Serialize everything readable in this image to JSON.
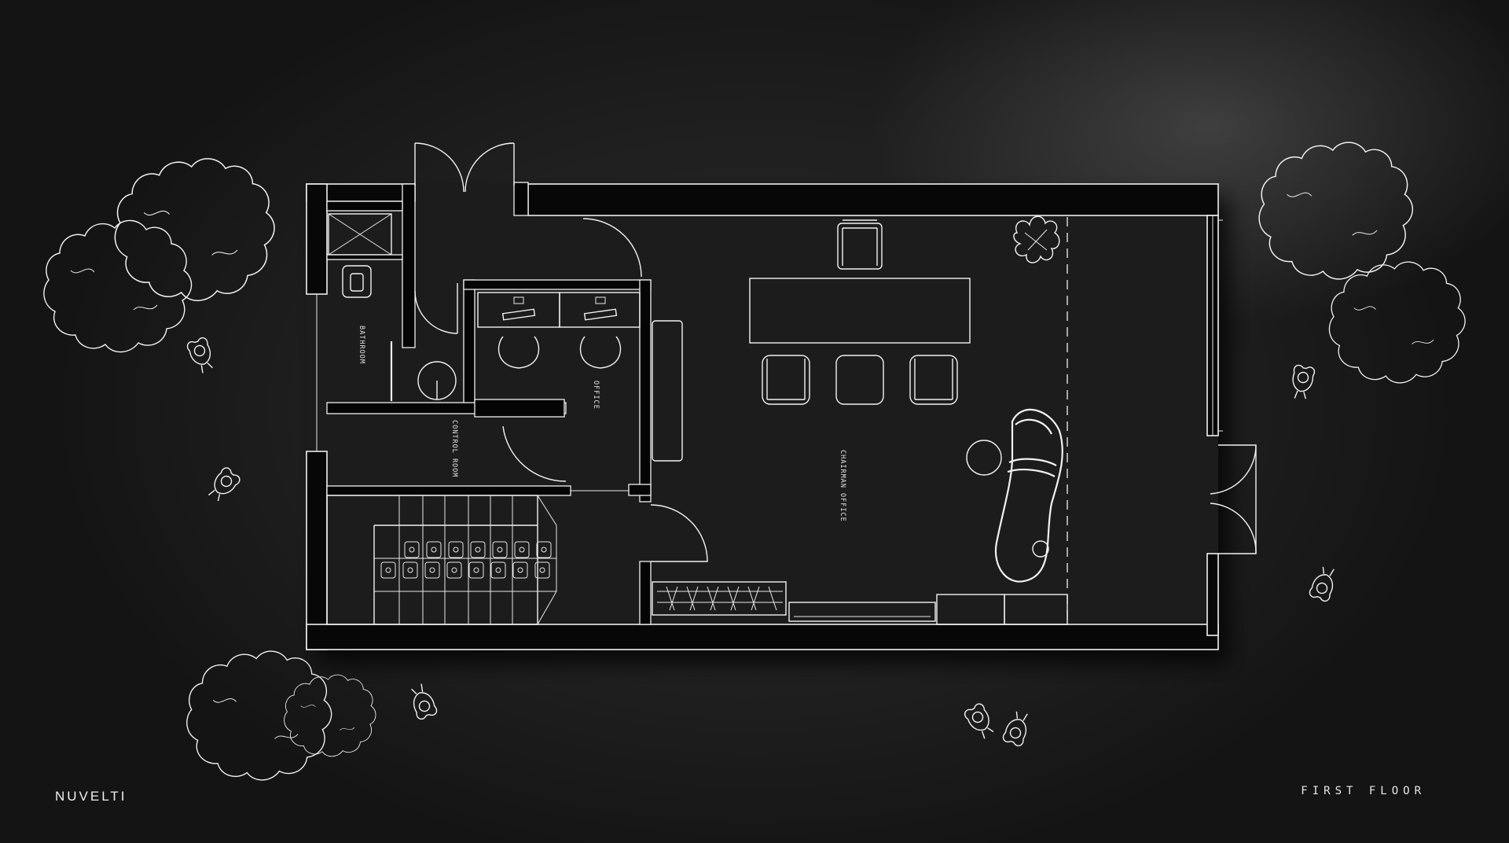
{
  "brand": {
    "name": "NUVELTI"
  },
  "plan": {
    "floor_label": "FIRST FLOOR",
    "rooms": {
      "bathroom": "BATHROOM",
      "office": "OFFICE",
      "control_room": "CONTROL ROOM",
      "chairman_office": "CHAIRMAN OFFICE"
    }
  },
  "colors": {
    "background": "#1e1e1e",
    "line": "#f2f2f2",
    "wall_fill": "#070707"
  },
  "icons": [
    "tree-icon",
    "person-icon",
    "chair-icon",
    "plant-icon",
    "toilet-icon",
    "sink-icon",
    "lounge-chair-icon"
  ]
}
